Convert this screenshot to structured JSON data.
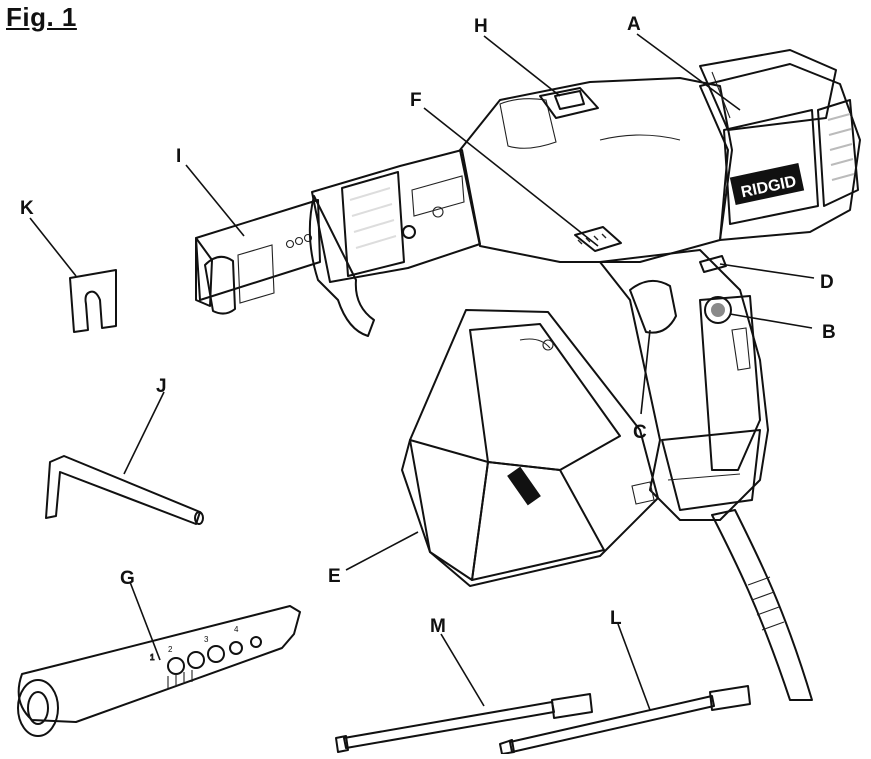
{
  "figure": {
    "title": "Fig. 1",
    "brand_mark": "RIDGID"
  },
  "gauge_marks": [
    "1",
    "2",
    "3",
    "4"
  ],
  "callouts": [
    {
      "id": "A",
      "label": "A"
    },
    {
      "id": "B",
      "label": "B"
    },
    {
      "id": "C",
      "label": "C"
    },
    {
      "id": "D",
      "label": "D"
    },
    {
      "id": "E",
      "label": "E"
    },
    {
      "id": "F",
      "label": "F"
    },
    {
      "id": "G",
      "label": "G"
    },
    {
      "id": "H",
      "label": "H"
    },
    {
      "id": "I",
      "label": "I"
    },
    {
      "id": "J",
      "label": "J"
    },
    {
      "id": "K",
      "label": "K"
    },
    {
      "id": "L",
      "label": "L"
    },
    {
      "id": "M",
      "label": "M"
    }
  ],
  "colors": {
    "ink": "#111111",
    "body_gray": "#8a8a8a",
    "dark_gray": "#4a4a4a",
    "light_gray": "#d4d4d4"
  }
}
